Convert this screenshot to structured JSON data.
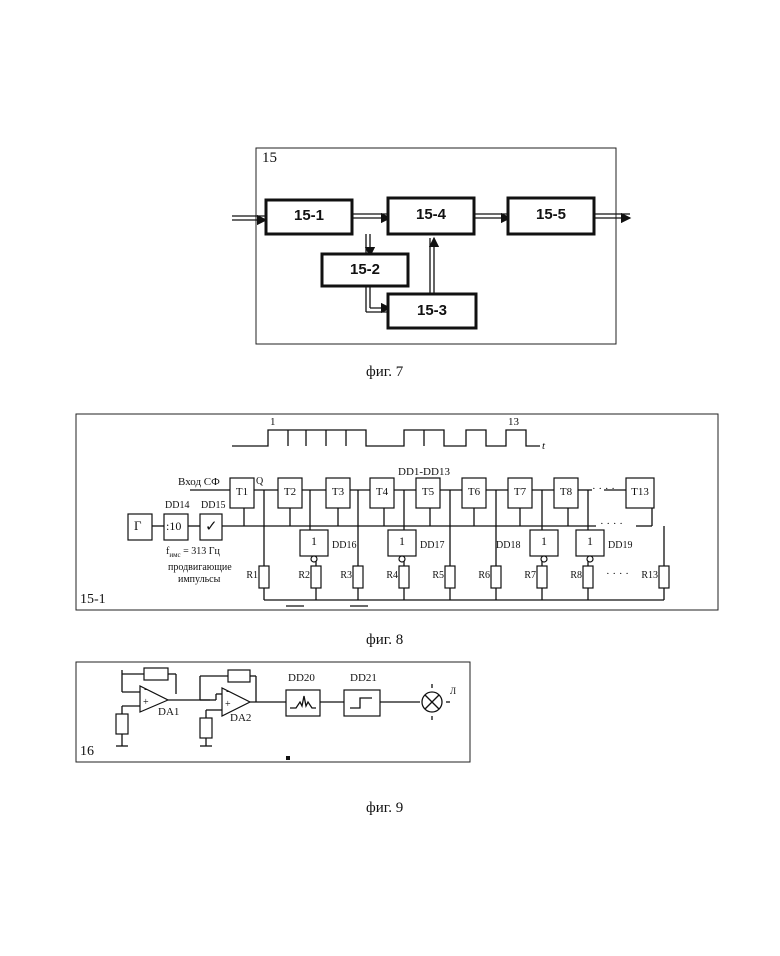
{
  "fig7": {
    "frame_label": "15",
    "blocks": [
      "15-1",
      "15-4",
      "15-5",
      "15-2",
      "15-3"
    ],
    "caption": "фиг. 7"
  },
  "fig8": {
    "frame_label": "15-1",
    "pulse_first": "1",
    "pulse_last": "13",
    "time_axis": "t",
    "bus_label": "DD1-DD13",
    "input_label": "Вход СФ",
    "q_label": "Q",
    "generator": "Г",
    "divider": ":10",
    "dd14": "DD14",
    "dd15": "DD15",
    "freq_label": "f",
    "freq_sub": "имс",
    "freq_value": " = 313 Гц",
    "note_line1": "продвигающие",
    "note_line2": "импульсы",
    "triggers": [
      "T1",
      "T2",
      "T3",
      "T4",
      "T5",
      "T6",
      "T7",
      "T8",
      "T13"
    ],
    "or_gate": "1",
    "gates": [
      "DD16",
      "DD17",
      "DD18",
      "DD19"
    ],
    "resistors": [
      "R1",
      "R2",
      "R3",
      "R4",
      "R5",
      "R6",
      "R7",
      "R8",
      "R13"
    ],
    "dots": "· · · ·",
    "caption": "фиг. 8"
  },
  "fig9": {
    "frame_label": "16",
    "amp1": "DA1",
    "amp2": "DA2",
    "filter": "DD20",
    "shaper": "DD21",
    "lamp": "Л",
    "minus": "-",
    "plus": "+",
    "caption": "фиг. 9"
  }
}
